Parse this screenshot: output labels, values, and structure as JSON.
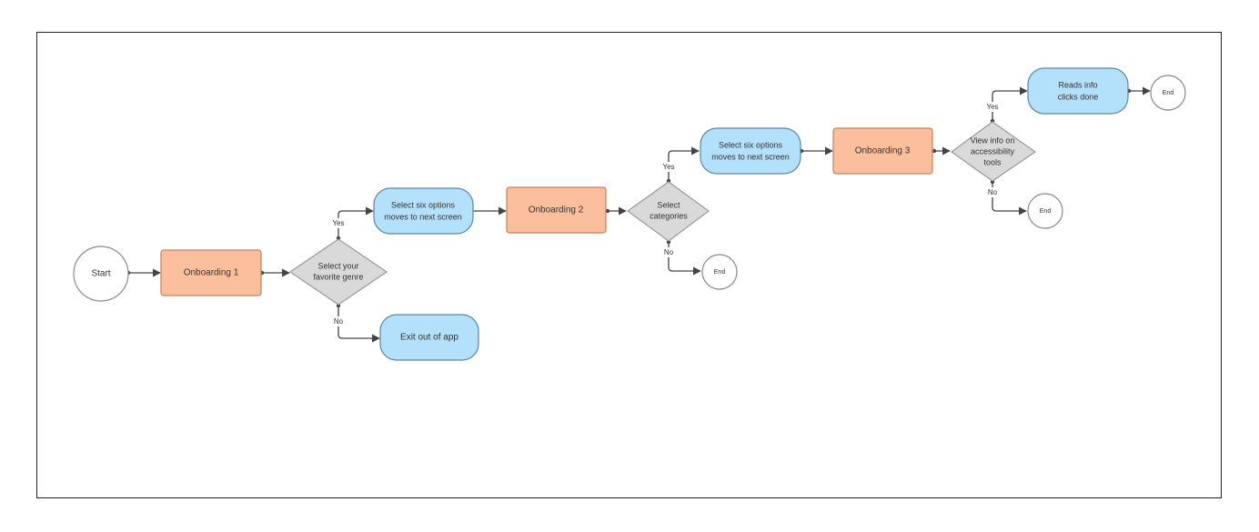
{
  "colors": {
    "process": "#fcbf9e",
    "process_stroke": "#c97d5c",
    "action": "#b3e0fa",
    "action_stroke": "#5b86a3",
    "decision": "#d9d9d9",
    "decision_stroke": "#9a9a9a",
    "terminal_stroke": "#8a8a8a",
    "line": "#444444"
  },
  "nodes": {
    "start": "Start",
    "onboarding1": "Onboarding 1",
    "genre_q": [
      "Select your",
      "favorite genre"
    ],
    "select_six_1": [
      "Select six options",
      "moves to next screen"
    ],
    "exit_app": "Exit out of app",
    "onboarding2": "Onboarding 2",
    "categories_q": [
      "Select",
      "categories"
    ],
    "select_six_2": [
      "Select six options",
      "moves to next screen"
    ],
    "end1": "End",
    "onboarding3": "Onboarding 3",
    "accessibility_q": [
      "View info on",
      "accessibility",
      "tools"
    ],
    "reads_info": [
      "Reads info",
      "clicks done"
    ],
    "end2": "End",
    "end3": "End"
  },
  "edge_labels": {
    "yes1": "Yes",
    "no1": "No",
    "yes2": "Yes",
    "no2": "No",
    "yes3": "Yes",
    "no3": "No"
  }
}
